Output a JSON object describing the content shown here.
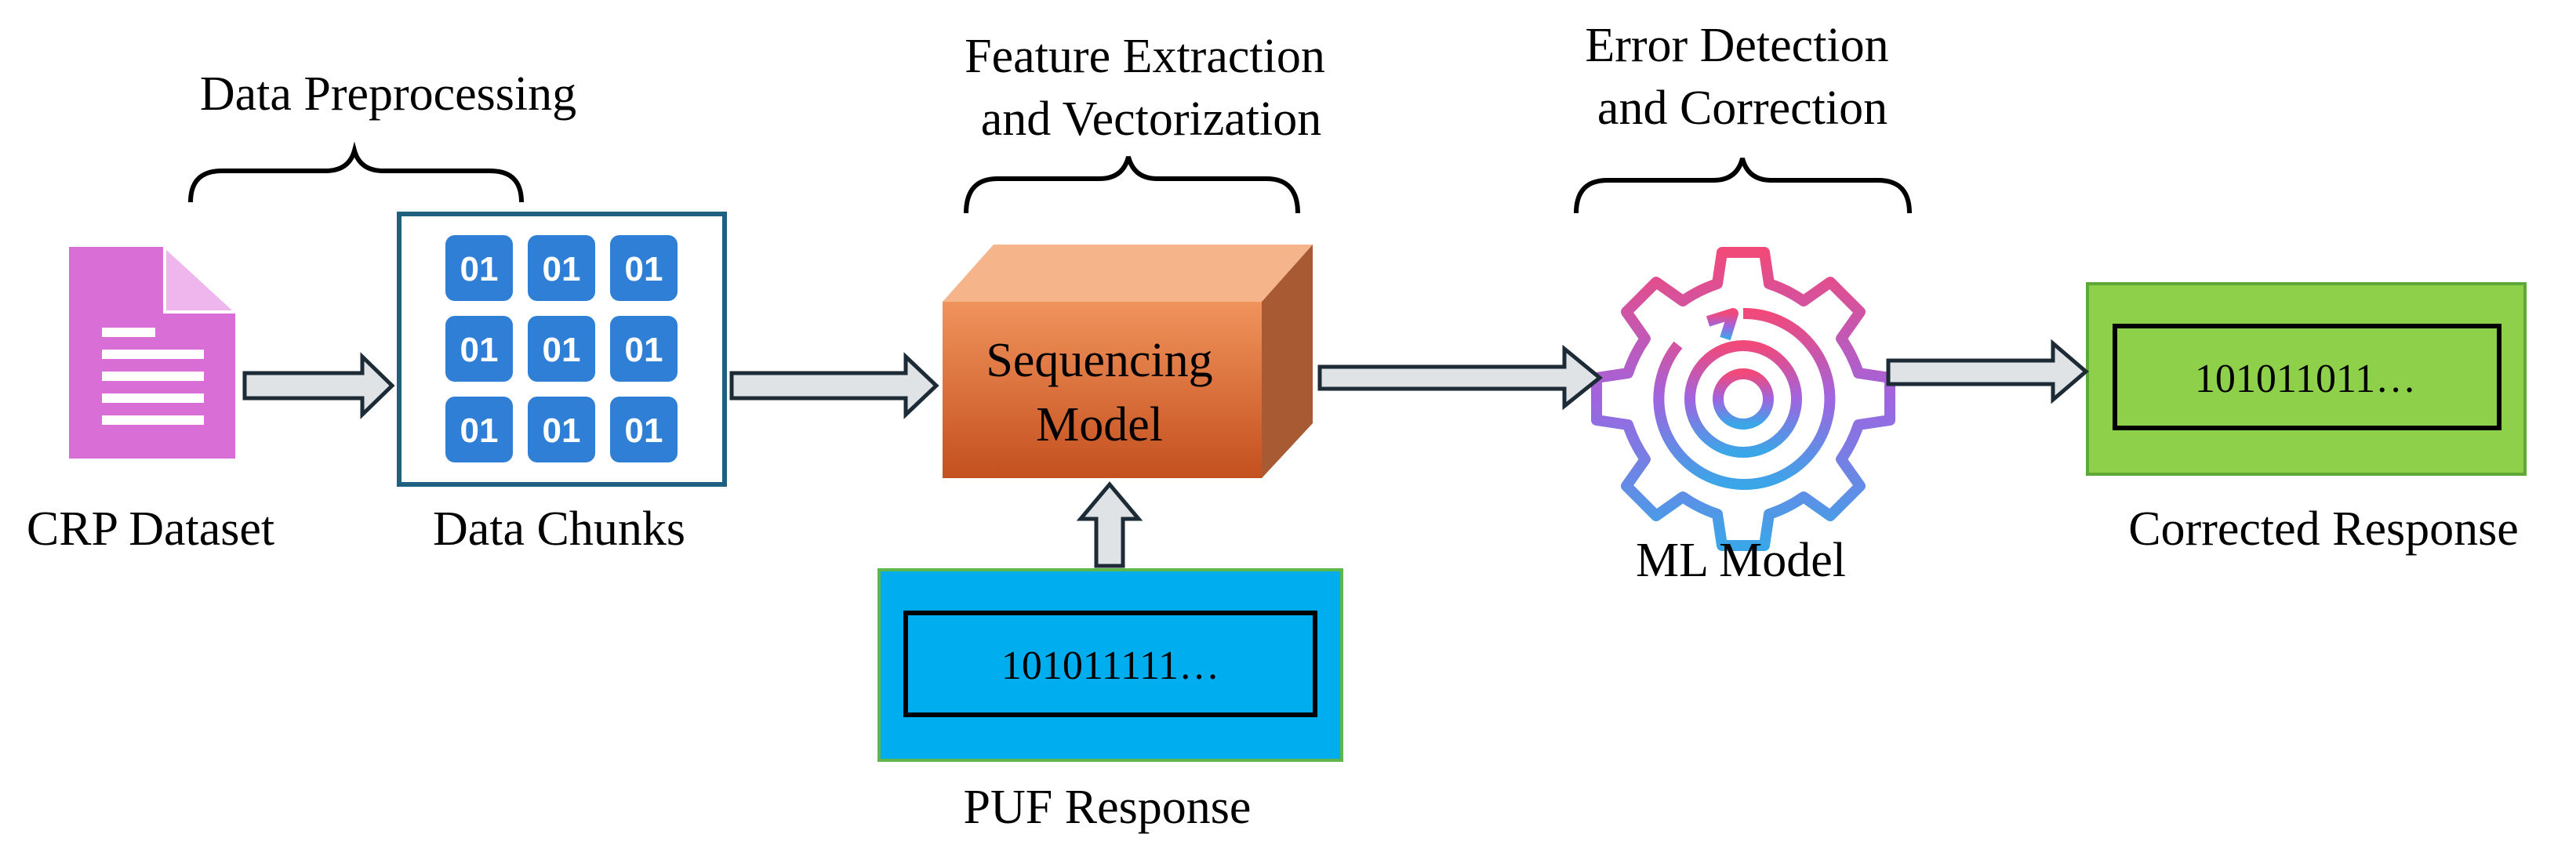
{
  "labels": {
    "crp_dataset": "CRP Dataset",
    "data_chunks": "Data Chunks",
    "ml_model": "ML Model",
    "corrected_response": "Corrected Response",
    "puf_response": "PUF Response"
  },
  "braces": {
    "data_preprocessing": "Data Preprocessing",
    "feature_extraction_line1": "Feature Extraction",
    "feature_extraction_line2": "and Vectorization",
    "error_detection_line1": "Error Detection",
    "error_detection_line2": "and Correction"
  },
  "sequencing_model": {
    "line1": "Sequencing",
    "line2": "Model"
  },
  "chunk_icon_text": "01",
  "puf_value": "101011111…",
  "corrected_value": "101011011…",
  "colors": {
    "document_icon": "#d96fd6",
    "chunk_frame": "#1f5f7f",
    "chunk_tile": "#2f7fd6",
    "cube_front_top": "#f0935c",
    "cube_front_bottom": "#c4501f",
    "cube_top": "#f5b48a",
    "cube_side": "#a85a33",
    "puf_fill": "#00aeef",
    "puf_border": "#5fb64a",
    "corrected_fill": "#8fd04a",
    "corrected_border": "#5ea83a",
    "arrow_fill": "#dfe3e6",
    "arrow_stroke": "#1d2b36",
    "gear_gradient": [
      "#f0497a",
      "#a064e0",
      "#3aa6e8"
    ]
  },
  "icons": {
    "document": "document-icon",
    "chunk": "binary-chunk-icon",
    "gear": "gear-refresh-icon"
  }
}
